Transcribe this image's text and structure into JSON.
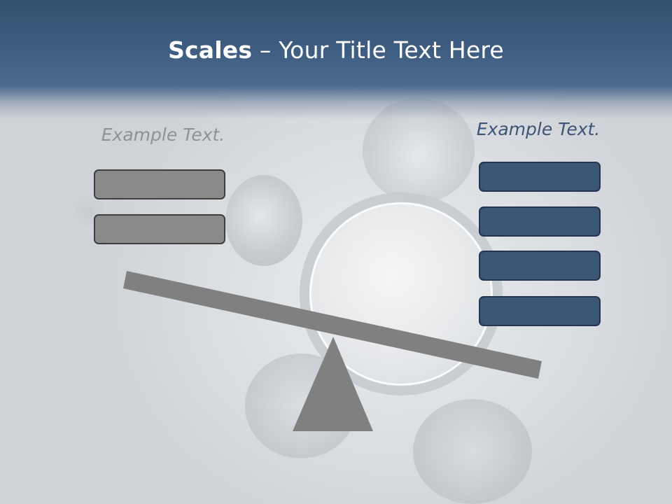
{
  "slide": {
    "title_bold": "Scales",
    "title_rest": " – Your Title Text Here"
  },
  "left_side": {
    "label": "Example Text.",
    "box_count": 2,
    "color": "#8a8a8a"
  },
  "right_side": {
    "label": "Example Text.",
    "box_count": 4,
    "color": "#3c5676"
  },
  "colors": {
    "header": "#3f5e82",
    "beam": "#808080",
    "fulcrum": "#808080"
  },
  "icons": [
    "scale-beam",
    "fulcrum-triangle"
  ]
}
